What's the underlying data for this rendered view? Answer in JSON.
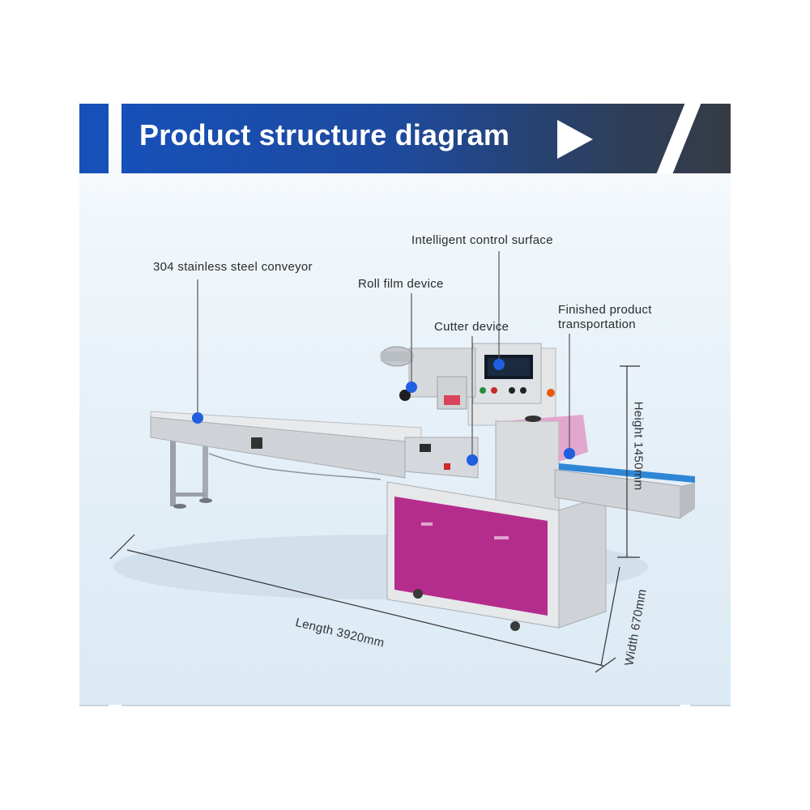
{
  "header": {
    "title": "Product structure diagram"
  },
  "callouts": [
    {
      "id": "conveyor",
      "label": "304 stainless steel conveyor"
    },
    {
      "id": "roll-film",
      "label": "Roll film device"
    },
    {
      "id": "control",
      "label": "Intelligent control surface"
    },
    {
      "id": "cutter",
      "label": "Cutter device"
    },
    {
      "id": "finished",
      "label": "Finished product transportation",
      "lines": [
        "Finished product",
        "transportation"
      ]
    }
  ],
  "dimensions": {
    "length": "Length 3920mm",
    "height": "Height 1450mm",
    "width": "Width 670mm"
  },
  "colors": {
    "header_blue": "#1650b8",
    "header_dark": "#353b45",
    "cabinet_magenta": "#b52d8c",
    "marker_blue": "#1f5fe0"
  }
}
